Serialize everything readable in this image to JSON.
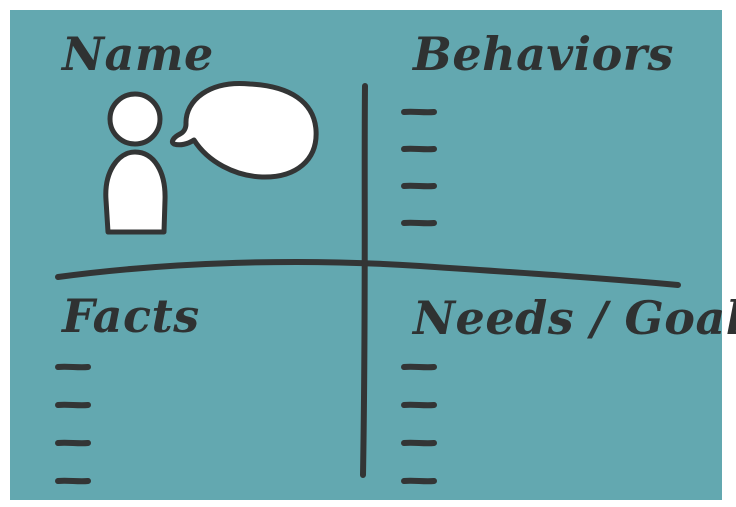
{
  "colors": {
    "panel": "#63a8b0",
    "ink": "#333535",
    "fill_white": "#ffffff"
  },
  "quadrants": {
    "name": {
      "title": "Name"
    },
    "behaviors": {
      "title": "Behaviors",
      "bullet_count": 4
    },
    "facts": {
      "title": "Facts",
      "bullet_count": 4
    },
    "needs_goals": {
      "title": "Needs / Goals",
      "bullet_count": 4
    }
  },
  "icons": {
    "person": "person-icon",
    "speech": "speech-bubble-icon"
  }
}
